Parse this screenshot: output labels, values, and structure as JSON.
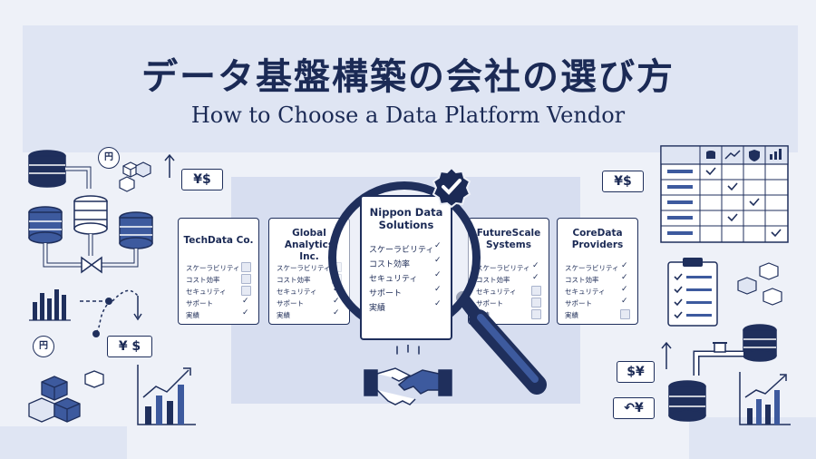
{
  "title_jp": "データ基盤構築の会社の選び方",
  "title_en": "How to Choose a Data Platform Vendor",
  "criteria": [
    "スケーラビリティ",
    "コスト効率",
    "セキュリティ",
    "サポート",
    "実績"
  ],
  "vendors": [
    {
      "name": "TechData Co.",
      "checks": [
        false,
        false,
        false,
        true,
        true
      ]
    },
    {
      "name": "Global Analytics Inc.",
      "checks": [
        false,
        false,
        true,
        true,
        true
      ]
    },
    {
      "name": "Nippon Data Solutions",
      "checks": [
        true,
        true,
        true,
        true,
        true
      ]
    },
    {
      "name": "FutureScale Systems",
      "checks": [
        true,
        true,
        false,
        false,
        false
      ]
    },
    {
      "name": "CoreData Providers",
      "checks": [
        true,
        true,
        true,
        true,
        false
      ]
    }
  ],
  "currency": {
    "yen": "円",
    "yen_dollar": "¥$",
    "yen_dollar_spaced": "¥ $",
    "dollar_yen": "$¥",
    "swap_yen": "↶¥"
  },
  "matrix_header_icons": [
    "database-icon",
    "trend-icon",
    "shield-icon",
    "bar-chart-icon"
  ],
  "colors": {
    "navy": "#1b2a55",
    "accent": "#3d5a9e",
    "background": "#eef1f8",
    "panel": "#dfe5f3"
  }
}
